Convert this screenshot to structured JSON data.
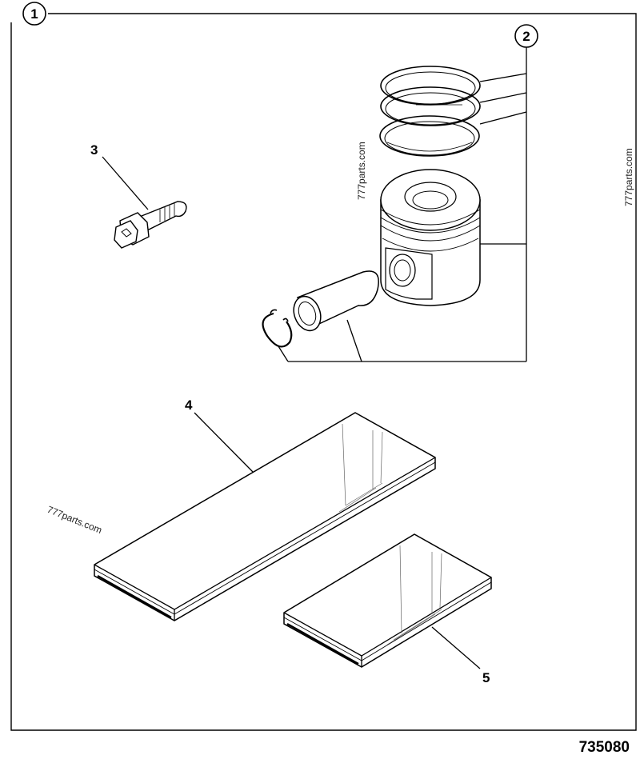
{
  "figure": {
    "id": "735080",
    "colors": {
      "line": "#000000",
      "background": "#ffffff",
      "border": "#000000"
    }
  },
  "callouts": [
    {
      "label": "1",
      "style": "circle",
      "part": "kit"
    },
    {
      "label": "2",
      "style": "circle",
      "part": "piston-assembly"
    },
    {
      "label": "3",
      "style": "plain",
      "part": "bolt"
    },
    {
      "label": "4",
      "style": "plain",
      "part": "gasket-large"
    },
    {
      "label": "5",
      "style": "plain",
      "part": "gasket-small"
    }
  ],
  "watermarks": [
    {
      "text": "777parts.com"
    },
    {
      "text": "777parts.com"
    },
    {
      "text": "777parts.com"
    }
  ]
}
